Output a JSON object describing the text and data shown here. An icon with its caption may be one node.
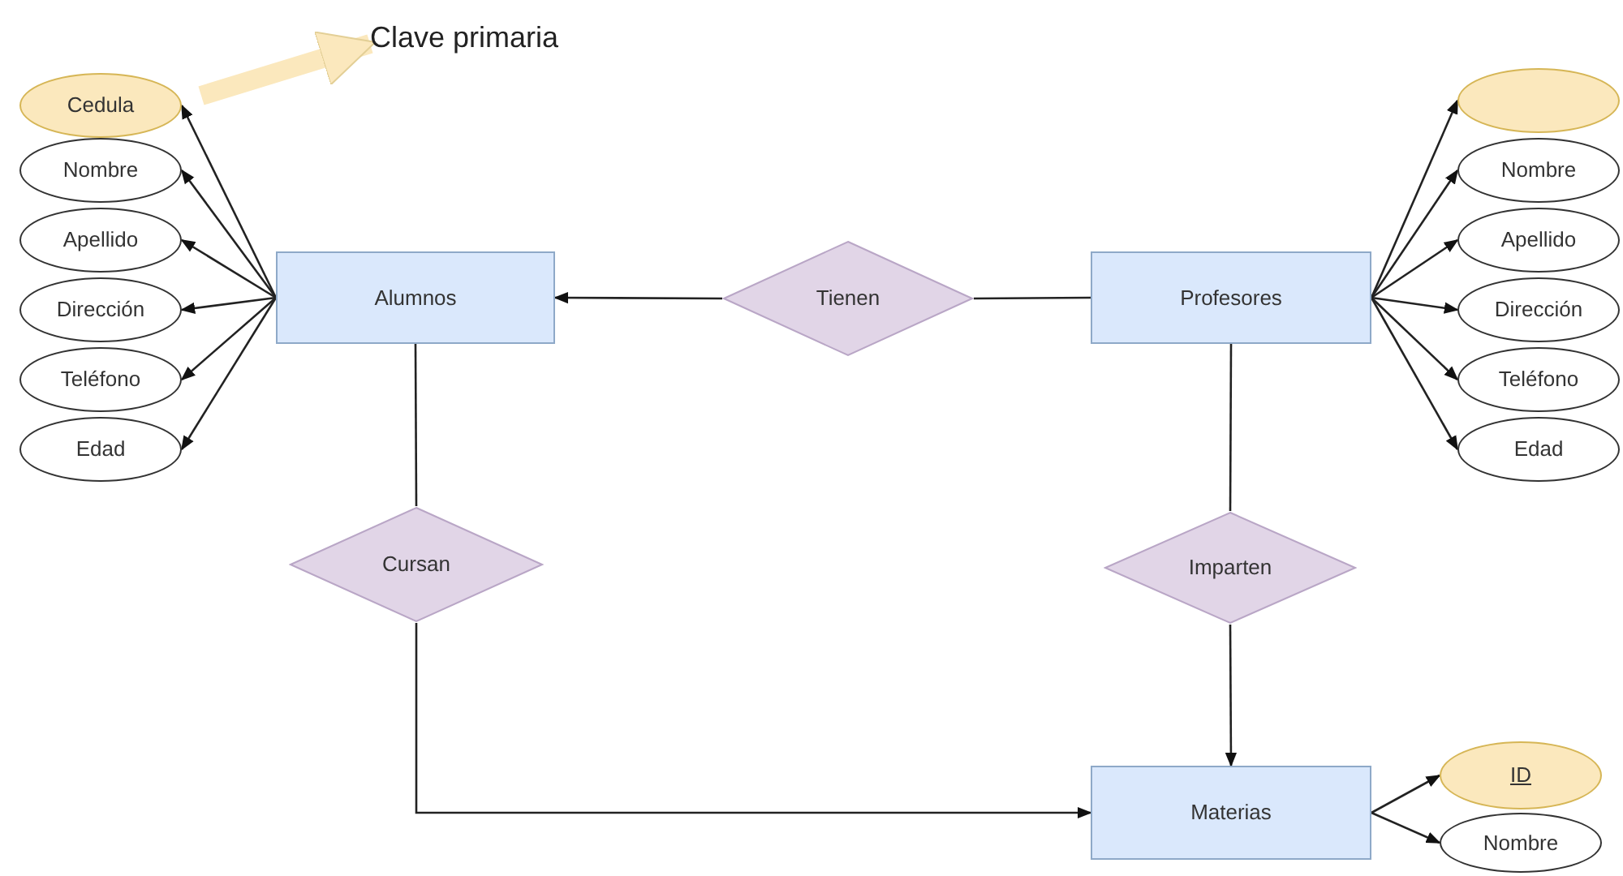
{
  "diagram": {
    "nodes": [
      {
        "text": [
          "Cedula"
        ]
      },
      {
        "text": [
          "Nombre"
        ]
      },
      {
        "text": [
          "Apellido"
        ]
      },
      {
        "text": [
          "Dirección"
        ]
      },
      {
        "text": [
          "Teléfono"
        ]
      },
      {
        "text": [
          "Edad"
        ]
      },
      {
        "text": [
          "Alumnos"
        ]
      },
      {
        "text": [
          "Tienen"
        ]
      },
      {
        "text": [
          "Profesores"
        ]
      },
      {
        "text": [],
        "shape": "ellipse"
      },
      {
        "text": [
          "Nombre"
        ]
      },
      {
        "text": [
          "Apellido"
        ]
      },
      {
        "text": [
          "Dirección"
        ]
      },
      {
        "text": [
          "Teléfono"
        ]
      },
      {
        "text": [
          "Edad"
        ]
      },
      {
        "text": [
          "Cursan"
        ]
      },
      {
        "text": [
          "Imparten"
        ]
      },
      {
        "text": [
          "Materias"
        ]
      },
      {
        "text": [
          "ID"
        ]
      },
      {
        "text": [
          "Nombre"
        ]
      },
      {
        "text": [
          "Clave primaria"
        ]
      }
    ],
    "edges": [
      {
        "from": 6,
        "to": 0,
        "arrow": "to"
      },
      {
        "from": 6,
        "to": 1,
        "arrow": "to"
      },
      {
        "from": 6,
        "to": 2,
        "arrow": "to"
      },
      {
        "from": 6,
        "to": 3,
        "arrow": "to"
      },
      {
        "from": 6,
        "to": 4,
        "arrow": "to"
      },
      {
        "from": 6,
        "to": 5,
        "arrow": "to"
      },
      {
        "from": 7,
        "to": 6,
        "arrow": "to"
      },
      {
        "from": 8,
        "to": 7,
        "arrow": "none"
      },
      {
        "from": 8,
        "to": 9,
        "arrow": "to"
      },
      {
        "from": 8,
        "to": 10,
        "arrow": "to"
      },
      {
        "from": 8,
        "to": 11,
        "arrow": "to"
      },
      {
        "from": 8,
        "to": 12,
        "arrow": "to"
      },
      {
        "from": 8,
        "to": 13,
        "arrow": "to"
      },
      {
        "from": 8,
        "to": 14,
        "arrow": "to"
      },
      {
        "from": 6,
        "to": 15,
        "arrow": "none"
      },
      {
        "from": 15,
        "to": 17,
        "arrow": "to"
      },
      {
        "from": 8,
        "to": 16,
        "arrow": "none"
      },
      {
        "from": 16,
        "to": 17,
        "arrow": "to"
      },
      {
        "from": 17,
        "to": 18,
        "arrow": "to"
      },
      {
        "from": 17,
        "to": 19,
        "arrow": "to"
      },
      {
        "from": 0,
        "to": 20,
        "arrow": "to",
        "style": "thick",
        "color": "#fbe8bd"
      }
    ]
  }
}
